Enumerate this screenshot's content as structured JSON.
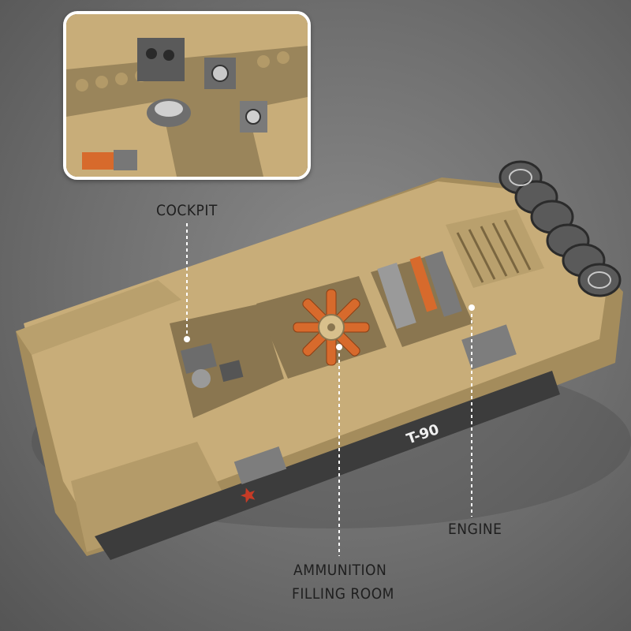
{
  "labels": {
    "cockpit": "COCKPIT",
    "engine": "ENGINE",
    "ammo_line1": "AMMUNITION",
    "ammo_line2": "FILLING ROOM",
    "hull_marking": "T-90"
  },
  "colors": {
    "background": "#707070",
    "tan": "#c8ad79",
    "tan_dark": "#a88f5e",
    "gray": "#7d7d7d",
    "orange": "#d76a2c",
    "label_text": "#1f1f1f",
    "leader_line": "#ffffff"
  }
}
